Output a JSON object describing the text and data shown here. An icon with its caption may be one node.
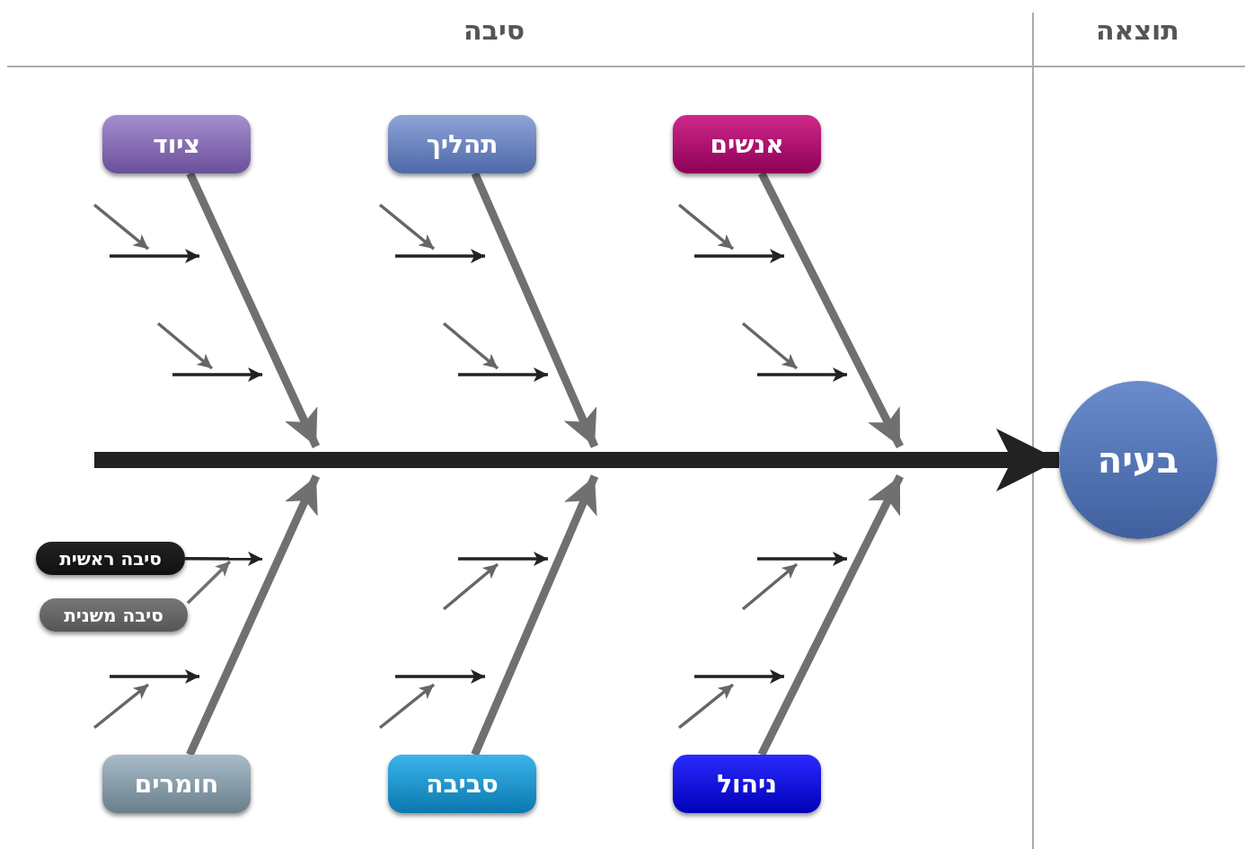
{
  "diagram": {
    "nodes": [
      {
        "text": [
          "ציוד"
        ]
      },
      {
        "text": [
          "תהליך"
        ]
      },
      {
        "text": [
          "אנשים"
        ]
      },
      {
        "text": [
          "בעיה"
        ]
      },
      {
        "text": [
          "סיבה ראשית"
        ]
      },
      {
        "text": [
          "סיבה משנית"
        ]
      },
      {
        "text": [
          "חומרים"
        ]
      },
      {
        "text": [
          "סביבה"
        ]
      },
      {
        "text": [
          "ניהול"
        ]
      }
    ],
    "edges": [
      {
        "from": 0,
        "to": null,
        "arrow": "to"
      },
      {
        "from": 1,
        "to": null,
        "arrow": "to"
      },
      {
        "from": 2,
        "to": null,
        "arrow": "to"
      },
      {
        "from": null,
        "to": 3,
        "arrow": "to",
        "style": "thick",
        "color": "#222222"
      },
      {
        "from": 4,
        "to": null,
        "arrow": "to",
        "color": "#222222"
      },
      {
        "from": 5,
        "to": null,
        "arrow": "to"
      },
      {
        "from": 6,
        "to": null,
        "arrow": "to"
      },
      {
        "from": 7,
        "to": null,
        "arrow": "to"
      },
      {
        "from": 8,
        "to": null,
        "arrow": "to"
      }
    ],
    "labels": [
      "תוצאה",
      "סיבה"
    ]
  }
}
